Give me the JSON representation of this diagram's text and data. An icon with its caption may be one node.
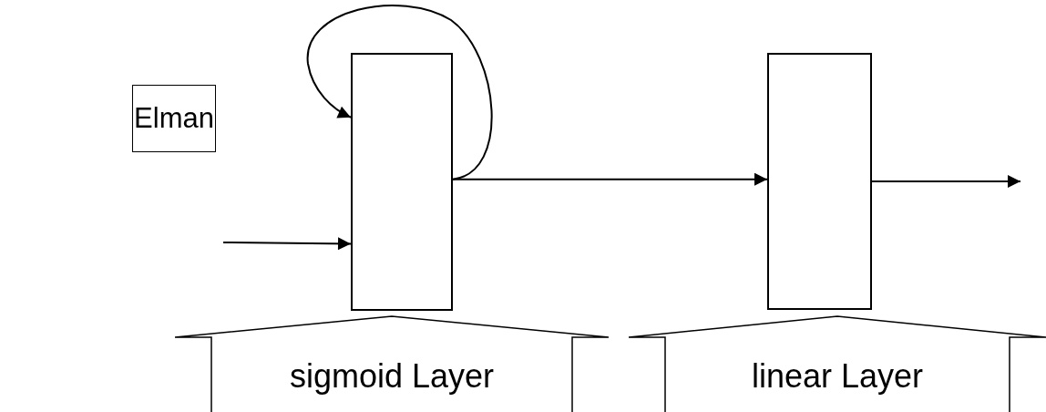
{
  "diagram": {
    "nodes": [
      {
        "text": [
          "Elman"
        ]
      },
      {
        "text": [],
        "shape": "box"
      },
      {
        "text": [],
        "shape": "box"
      },
      {
        "text": [
          "sigmoid Layer"
        ]
      },
      {
        "text": [
          "linear Layer"
        ]
      }
    ],
    "edges": [
      {
        "from": null,
        "to": 1,
        "arrow": "to"
      },
      {
        "from": 1,
        "to": 1,
        "arrow": "to"
      },
      {
        "from": 1,
        "to": 2,
        "arrow": "to"
      },
      {
        "from": 2,
        "to": null,
        "arrow": "to"
      }
    ]
  }
}
